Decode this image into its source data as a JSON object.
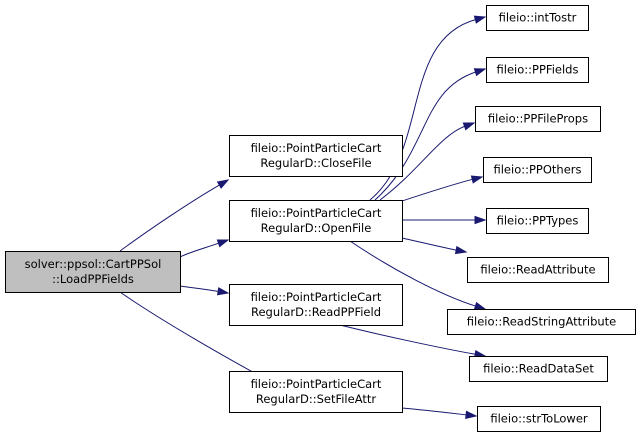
{
  "graph": {
    "nodes": [
      {
        "id": "root",
        "lines": [
          "solver::ppsol::CartPPSol",
          "::LoadPPFields"
        ],
        "root": true
      },
      {
        "id": "closefile",
        "lines": [
          "fileio::PointParticleCart",
          "RegularD::CloseFile"
        ]
      },
      {
        "id": "openfile",
        "lines": [
          "fileio::PointParticleCart",
          "RegularD::OpenFile"
        ]
      },
      {
        "id": "readppfield",
        "lines": [
          "fileio::PointParticleCart",
          "RegularD::ReadPPField"
        ]
      },
      {
        "id": "setfileattr",
        "lines": [
          "fileio::PointParticleCart",
          "RegularD::SetFileAttr"
        ]
      },
      {
        "id": "inttostr",
        "lines": [
          "fileio::intTostr"
        ]
      },
      {
        "id": "ppfields",
        "lines": [
          "fileio::PPFields"
        ]
      },
      {
        "id": "ppfileprops",
        "lines": [
          "fileio::PPFileProps"
        ]
      },
      {
        "id": "ppothers",
        "lines": [
          "fileio::PPOthers"
        ]
      },
      {
        "id": "pptypes",
        "lines": [
          "fileio::PPTypes"
        ]
      },
      {
        "id": "readattribute",
        "lines": [
          "fileio::ReadAttribute"
        ]
      },
      {
        "id": "readstringattribute",
        "lines": [
          "fileio::ReadStringAttribute"
        ]
      },
      {
        "id": "readdataset",
        "lines": [
          "fileio::ReadDataSet"
        ]
      },
      {
        "id": "strtolower",
        "lines": [
          "fileio::strToLower"
        ]
      }
    ],
    "edges": [
      [
        "root",
        "closefile"
      ],
      [
        "root",
        "openfile"
      ],
      [
        "root",
        "readppfield"
      ],
      [
        "root",
        "setfileattr"
      ],
      [
        "openfile",
        "inttostr"
      ],
      [
        "openfile",
        "ppfields"
      ],
      [
        "openfile",
        "ppfileprops"
      ],
      [
        "openfile",
        "ppothers"
      ],
      [
        "openfile",
        "pptypes"
      ],
      [
        "openfile",
        "readattribute"
      ],
      [
        "openfile",
        "readstringattribute"
      ],
      [
        "readppfield",
        "readdataset"
      ],
      [
        "setfileattr",
        "strtolower"
      ]
    ],
    "colors": {
      "edge": "#191970",
      "root_fill": "#bfbfbf",
      "node_fill": "#ffffff",
      "border": "#000000"
    }
  }
}
